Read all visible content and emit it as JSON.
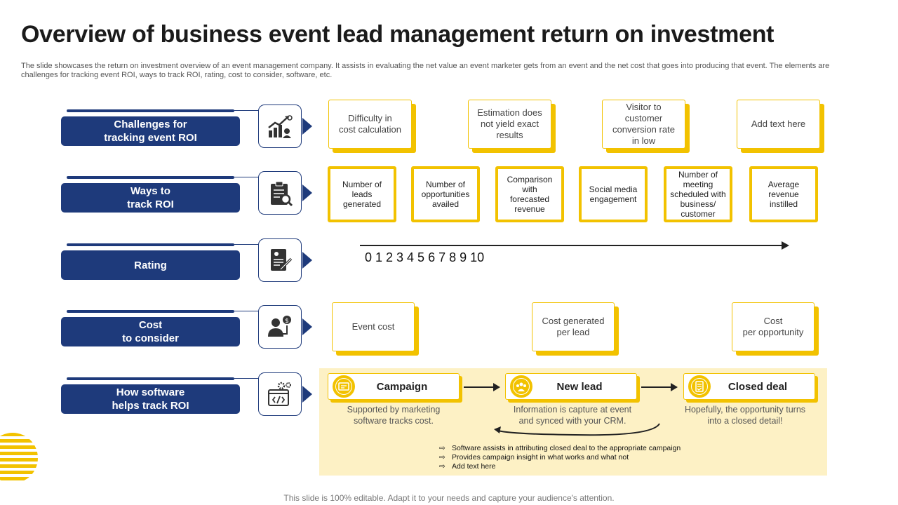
{
  "title": "Overview of business event lead management return on investment",
  "subtitle": "The slide showcases the return on investment overview of an event management company. It assists in evaluating the net value an event marketer gets from an event and the net cost that goes into producing that event. The elements are challenges for tracking event ROI, ways to track ROI, rating, cost to consider, software, etc.",
  "rows": [
    {
      "label": "Challenges for\ntracking event ROI",
      "icon": "growth-chart-icon"
    },
    {
      "label": "Ways to\ntrack ROI",
      "icon": "clipboard-search-icon"
    },
    {
      "label": "Rating",
      "icon": "document-signature-icon"
    },
    {
      "label": "Cost\nto consider",
      "icon": "person-dollar-icon"
    },
    {
      "label": "How software\nhelps track ROI",
      "icon": "code-gear-icon"
    }
  ],
  "challenges": [
    "Difficulty in\ncost calculation",
    "Estimation does\nnot yield exact\nresults",
    "Visitor to\ncustomer\nconversion rate\nin low",
    "Add text here"
  ],
  "ways": [
    "Number of\nleads\ngenerated",
    "Number of\nopportunities\navailed",
    "Comparison\nwith\nforecasted\nrevenue",
    "Social media\nengagement",
    "Number of\nmeeting\nscheduled with\nbusiness/\ncustomer",
    "Average\nrevenue\ninstilled"
  ],
  "rating": {
    "scale": "0 1 2 3 4 5 6 7 8 9 10"
  },
  "costs": [
    "Event cost",
    "Cost generated\nper lead",
    "Cost\nper opportunity"
  ],
  "software": {
    "stages": [
      {
        "label": "Campaign",
        "icon": "campaign-icon",
        "desc": "Supported  by marketing\nsoftware  tracks cost."
      },
      {
        "label": "New lead",
        "icon": "team-icon",
        "desc": "Information  is capture at event\nand synced with your CRM."
      },
      {
        "label": "Closed deal",
        "icon": "deal-icon",
        "desc": "Hopefully,  the opportunity turns\ninto a closed detail!"
      }
    ],
    "notes": [
      "Software assists in attributing closed deal to the appropriate campaign",
      "Provides campaign insight in what works and what not",
      "Add text here"
    ]
  },
  "footer": "This slide is 100% editable. Adapt it to your needs and capture your audience's attention.",
  "colors": {
    "navy": "#1e3a7b",
    "yellow": "#f2c200",
    "panel": "#fdf1c5"
  }
}
